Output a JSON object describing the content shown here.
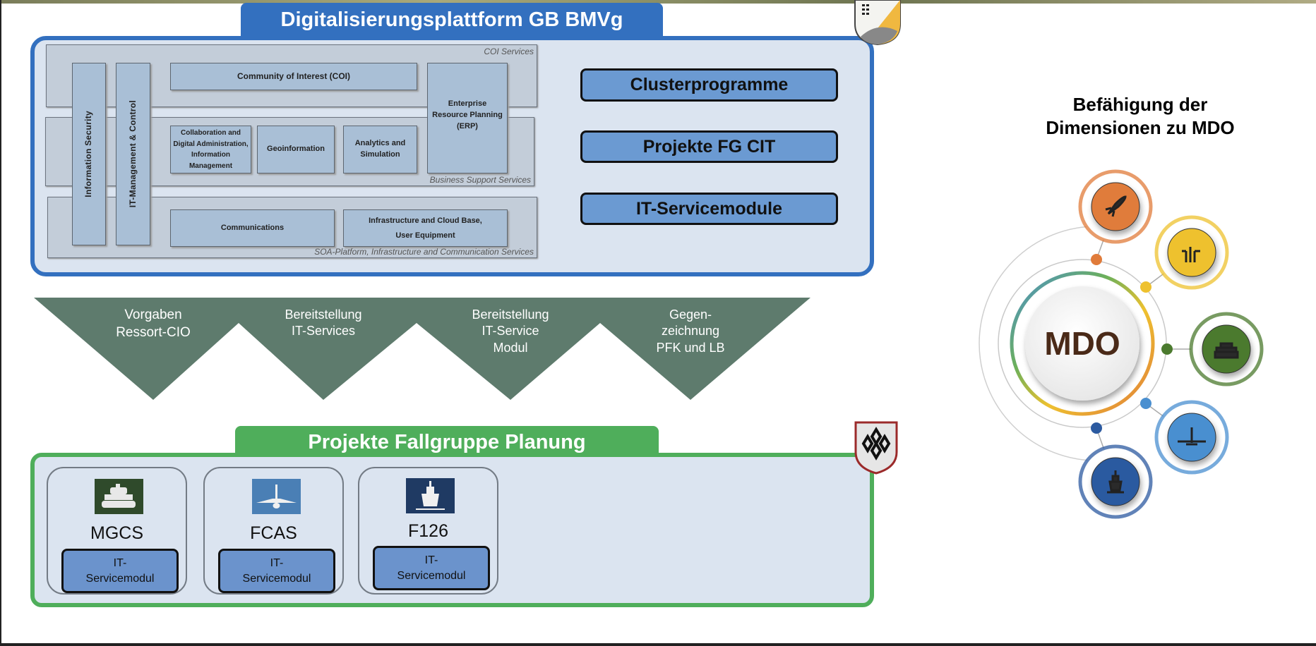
{
  "platform": {
    "title": "Digitalisierungsplattform GB BMVg",
    "bands": {
      "coi": "COI Services",
      "business": "Business Support Services",
      "soa": "SOA-Platform, Infrastructure and Communication Services"
    },
    "services": {
      "information_security": "Information Security",
      "it_management": "IT-Management & Control",
      "community_of_interest": "Community  of Interest (COI)",
      "erp": [
        "Enterprise",
        "Resource Planning",
        "(ERP)"
      ],
      "collaboration": [
        "Collaboration and",
        "Digital Administration,",
        "Information",
        "Management"
      ],
      "geoinformation": "Geoinformation",
      "analytics": [
        "Analytics and",
        "Simulation"
      ],
      "communications": "Communications",
      "infrastructure": [
        "Infrastructure and Cloud Base,",
        "User Equipment"
      ]
    },
    "buttons": [
      "Clusterprogramme",
      "Projekte FG CIT",
      "IT-Servicemodule"
    ]
  },
  "chevrons": [
    {
      "lines": [
        "Vorgaben",
        "Ressort-CIO"
      ]
    },
    {
      "lines": [
        "Bereitstellung",
        "IT-Services"
      ]
    },
    {
      "lines": [
        "Bereitstellung",
        "IT-Service",
        "Modul"
      ]
    },
    {
      "lines": [
        "Gegen-",
        "zeichnung",
        "PFK und LB"
      ]
    }
  ],
  "planning": {
    "title": "Projekte Fallgruppe Planung",
    "projects": [
      {
        "name": "MGCS",
        "icon": "tank-icon",
        "icon_bg": "#2f4a2b",
        "module": [
          "IT-",
          "Servicemodul"
        ]
      },
      {
        "name": "FCAS",
        "icon": "fighter-jet-icon",
        "icon_bg": "#4a7fb5",
        "module": [
          "IT-",
          "Servicemodul"
        ]
      },
      {
        "name": "F126",
        "icon": "ship-icon",
        "icon_bg": "#1f3a63",
        "module": [
          "IT-",
          "Servicemodul"
        ]
      }
    ]
  },
  "mdo": {
    "title_lines": [
      "Befähigung der",
      "Dimensionen zu MDO"
    ],
    "center": "MDO",
    "dimensions": [
      {
        "icon": "rocket-icon",
        "color": "#e07b3a"
      },
      {
        "icon": "circuit-icon",
        "color": "#eec12f"
      },
      {
        "icon": "tank-icon",
        "color": "#4b7a2e"
      },
      {
        "icon": "aircraft-icon",
        "color": "#4a8fd0"
      },
      {
        "icon": "ship-icon",
        "color": "#2c5aa0"
      }
    ]
  },
  "colors": {
    "blue": "#3370bf",
    "green": "#4fae5b",
    "chevron": "#5e7b6d",
    "button": "#6b9ad2"
  }
}
